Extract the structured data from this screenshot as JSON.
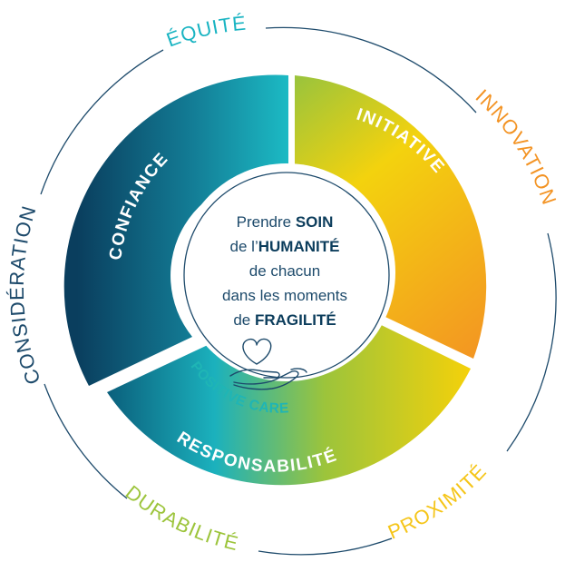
{
  "outer_values": {
    "equite": "ÉQUITÉ",
    "innovation": "INNOVATION",
    "proximite": "PROXIMITÉ",
    "durabilite": "DURABILITÉ",
    "consideration": "CONSIDÉRATION"
  },
  "segments": {
    "confiance": "CONFIANCE",
    "initiative": "INITIATIVE",
    "responsabilite": "RESPONSABILITÉ"
  },
  "center": {
    "line1_a": "Prendre ",
    "line1_b": "SOIN",
    "line2_a": "de l’",
    "line2_b": "HUMANITÉ",
    "line3": "de chacun",
    "line4": "dans les moments",
    "line5_a": "de ",
    "line5_b": "FRAGILITÉ",
    "badge": "POSITIVE CARE"
  },
  "colors": {
    "teal": "#19b4c2",
    "navy": "#0a3e5e",
    "orange": "#f39323",
    "yellow": "#f5d10a",
    "lime": "#9cc43b",
    "dark_text": "#1d4a6b",
    "ring_line": "#1d4a6b"
  }
}
